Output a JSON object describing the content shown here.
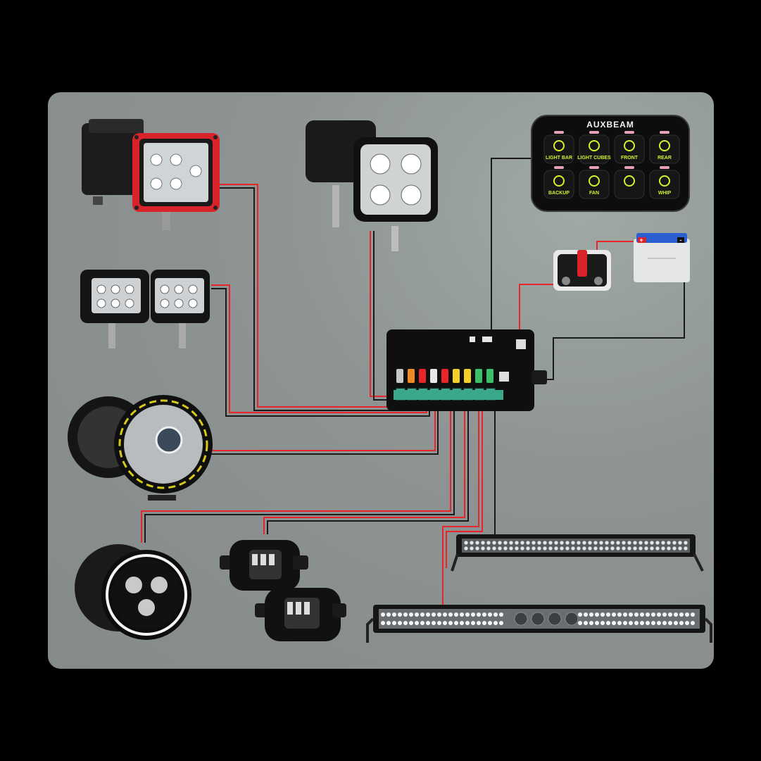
{
  "switch_panel": {
    "brand": "AUXBEAM",
    "buttons": [
      "LIGHT BAR",
      "LIGHT CUBES",
      "FRONT",
      "REAR",
      "BACKUP",
      "FAN",
      "",
      "WHIP"
    ]
  },
  "colors": {
    "wire_positive": "#e8262a",
    "wire_ground": "#1a1a1a",
    "switch_glow": "#d8f02a",
    "pod_housing_red": "#d8232a",
    "battery_terminal": "#2b5fd1"
  },
  "components": [
    {
      "name": "red-cube-pod-light",
      "icon": "square-pod-light-icon"
    },
    {
      "name": "black-cube-pod-light",
      "icon": "square-pod-light-icon"
    },
    {
      "name": "dual-work-lights",
      "icon": "rectangular-work-light-icon"
    },
    {
      "name": "round-driving-lights",
      "icon": "round-driving-light-icon"
    },
    {
      "name": "round-halo-headlight",
      "icon": "halo-headlight-icon"
    },
    {
      "name": "fog-lights",
      "icon": "fog-light-icon"
    },
    {
      "name": "single-row-light-bar",
      "icon": "light-bar-icon"
    },
    {
      "name": "dual-row-light-bar",
      "icon": "light-bar-icon"
    },
    {
      "name": "relay-box",
      "icon": "relay-fuse-box-icon"
    },
    {
      "name": "circuit-breaker",
      "icon": "circuit-breaker-icon"
    },
    {
      "name": "battery",
      "icon": "battery-icon"
    }
  ],
  "battery": {
    "positive_symbol": "+",
    "negative_symbol": "-"
  }
}
